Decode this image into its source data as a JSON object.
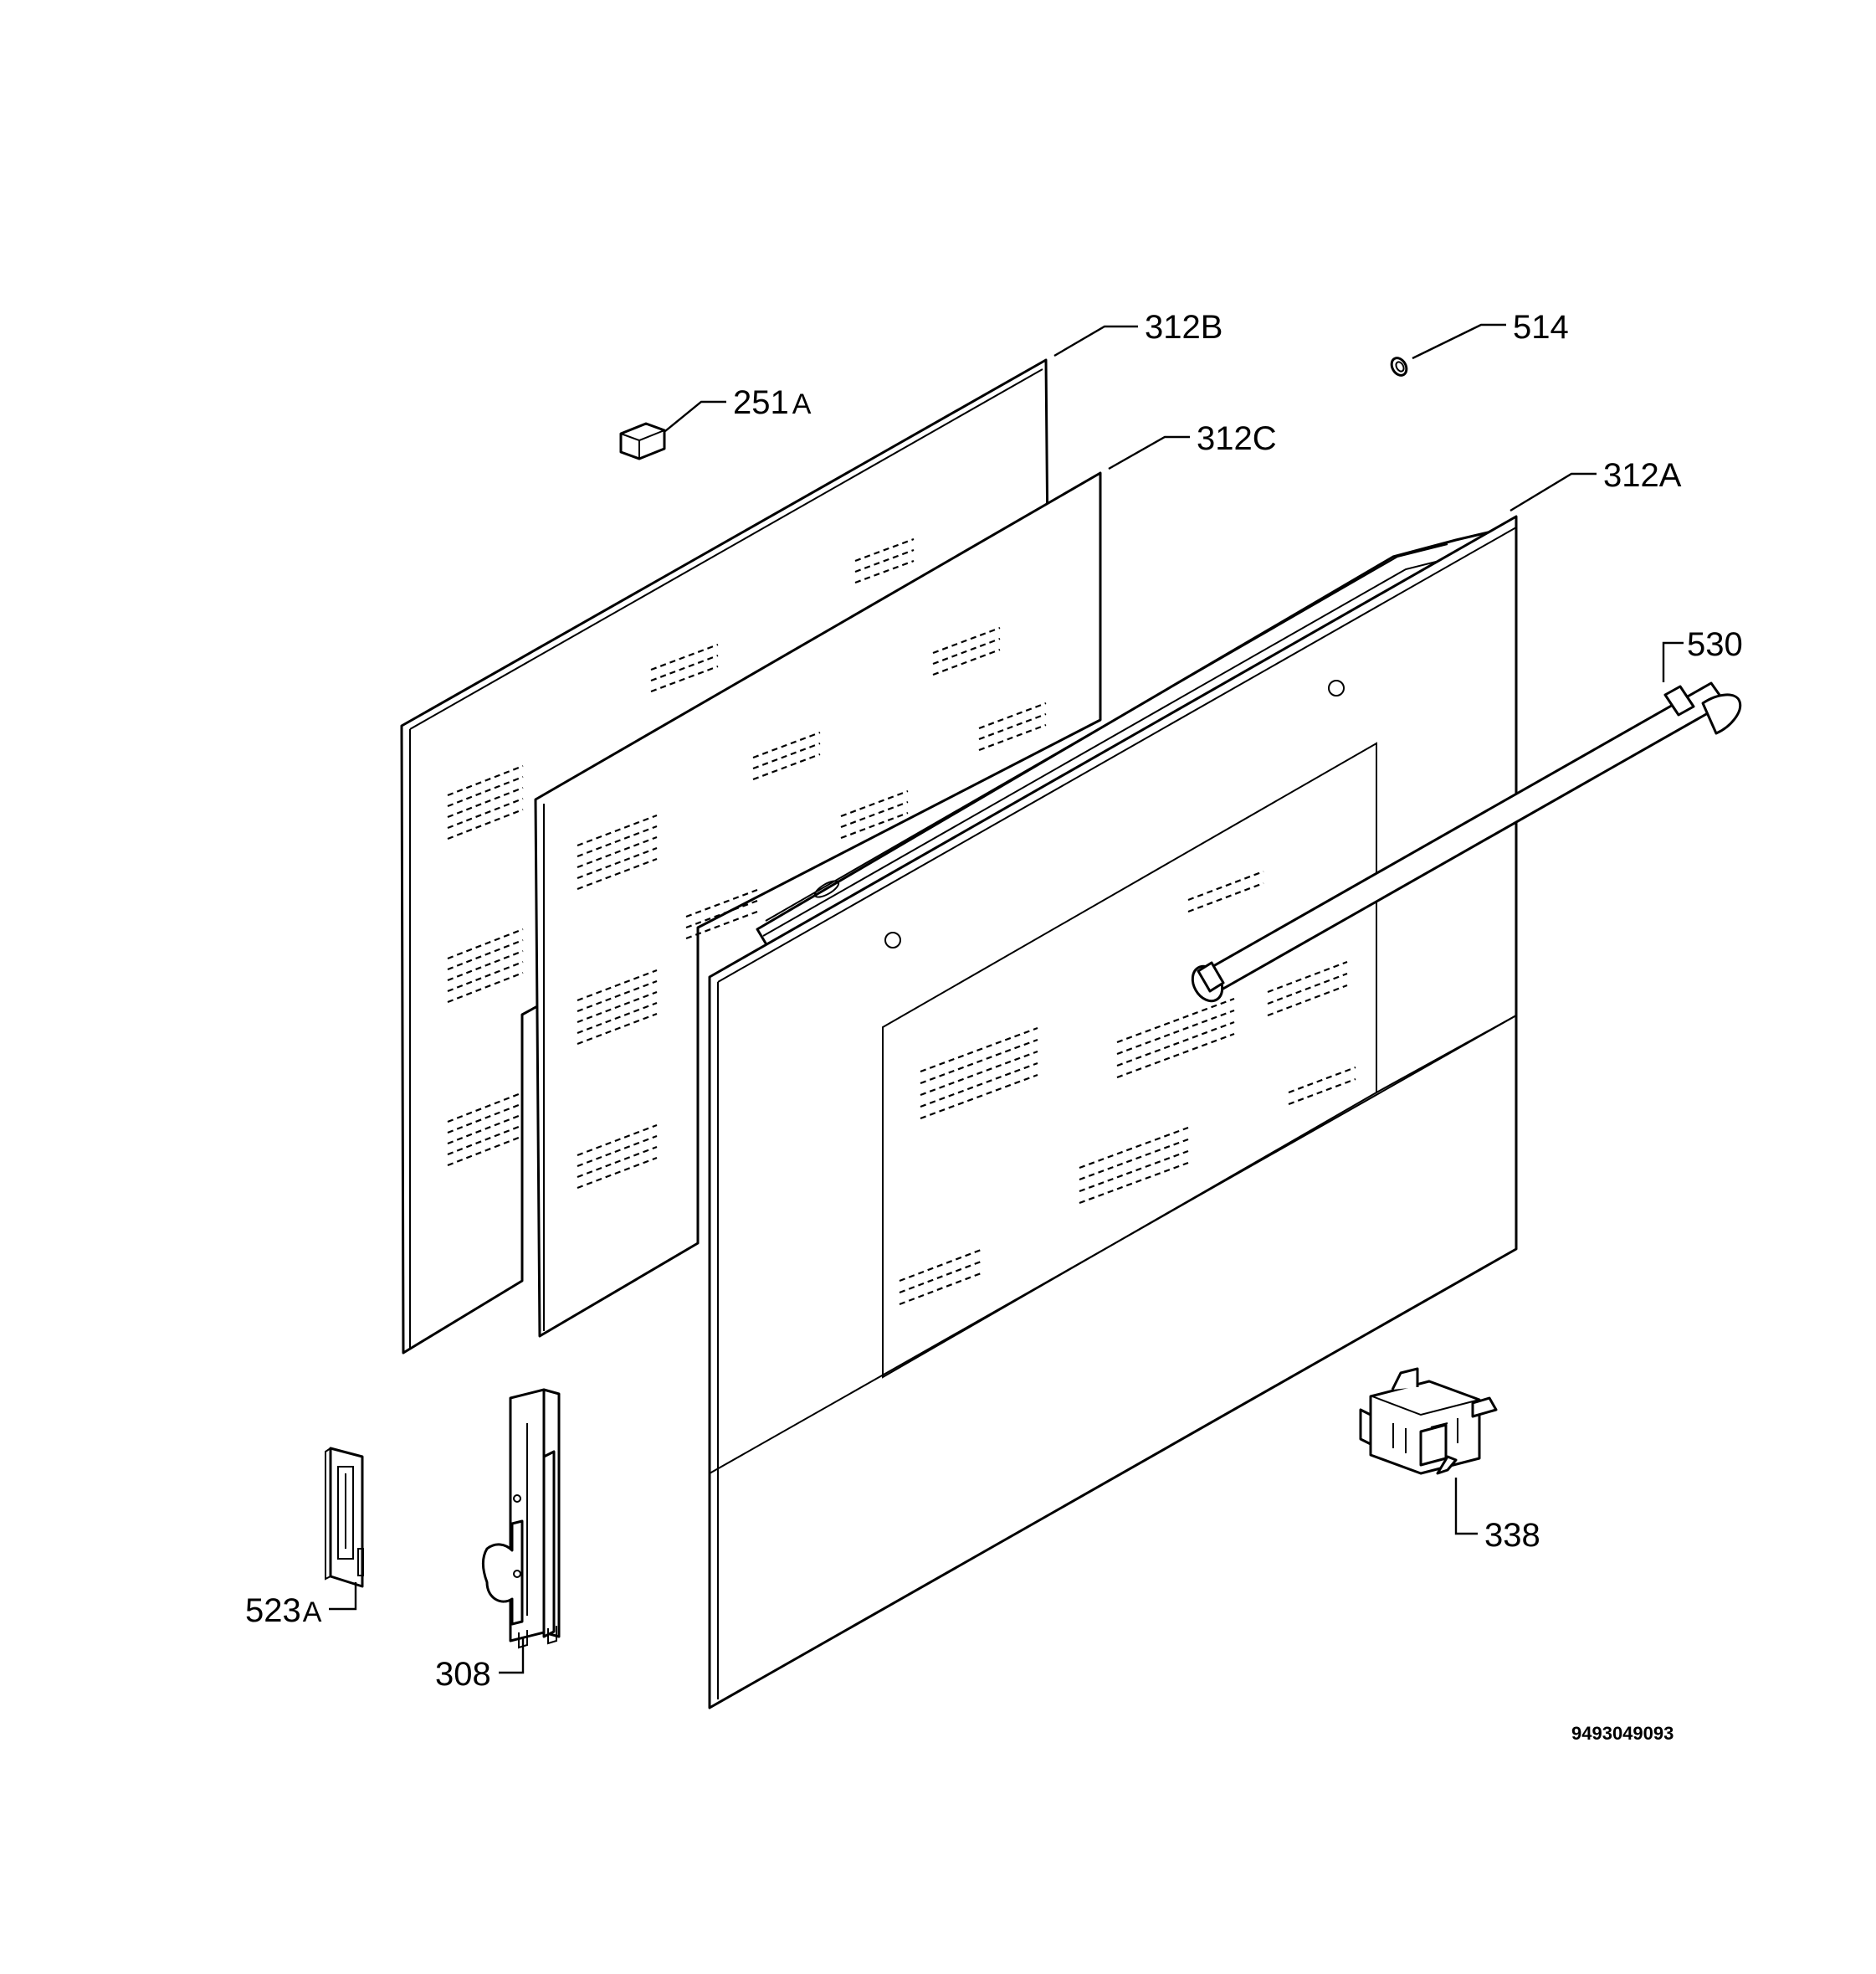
{
  "labels": {
    "l312b": "312B",
    "l514": "514",
    "l251a_num": "251",
    "l251a_suf": "A",
    "l312c": "312C",
    "l312a": "312A",
    "l530": "530",
    "l338": "338",
    "l523a_num": "523",
    "l523a_suf": "A",
    "l308": "308"
  },
  "reference_code": "9493049093"
}
